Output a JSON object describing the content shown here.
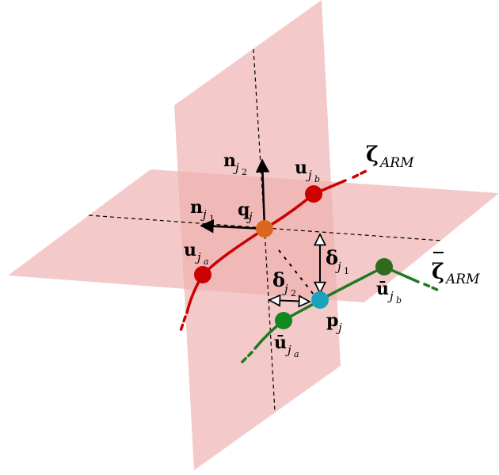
{
  "colors": {
    "plane_fill": "#efb0b0",
    "arm_curve": "#cc0000",
    "ref_curve": "#1e7a1e",
    "point_q": "#d9681e",
    "point_p": "#1aa3bf",
    "point_u": "#cc0000",
    "point_ubar_a": "#0f8a23",
    "point_ubar_b": "#2f6a1f"
  },
  "labels": {
    "zeta_arm": {
      "main": "ζ",
      "sub": "ARM"
    },
    "zeta_bar_arm": {
      "main": "ζ",
      "sub": "ARM"
    },
    "n_j2": {
      "main": "n",
      "sub": "j",
      "subsub": "2"
    },
    "n_j1": {
      "main": "n",
      "sub": "j",
      "subsub": "1"
    },
    "q_j": {
      "main": "q",
      "sub": "j"
    },
    "u_jb": {
      "main": "u",
      "sub": "j",
      "subsub": "b"
    },
    "u_ja": {
      "main": "u",
      "sub": "j",
      "subsub": "a"
    },
    "delta_j1": {
      "main": "δ",
      "sub": "j",
      "subsub": "1"
    },
    "delta_j2": {
      "main": "δ",
      "sub": "j",
      "subsub": "2"
    },
    "p_j": {
      "main": "p",
      "sub": "j"
    },
    "ubar_jb": {
      "main": "ū",
      "sub": "j",
      "subsub": "b"
    },
    "ubar_ja": {
      "main": "ū",
      "sub": "j",
      "subsub": "a"
    }
  }
}
